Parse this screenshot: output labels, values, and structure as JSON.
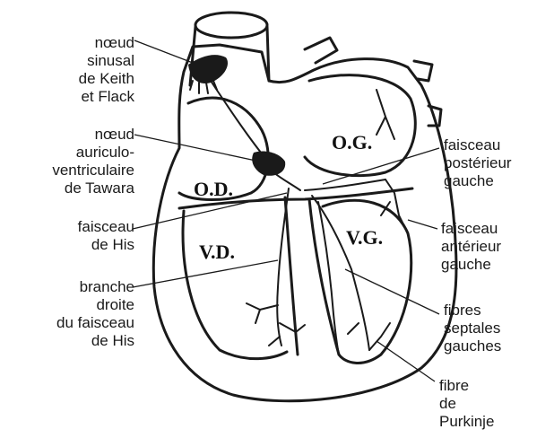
{
  "diagram": {
    "chambers": {
      "od": "O.D.",
      "og": "O.G.",
      "vd": "V.D.",
      "vg": "V.G."
    },
    "labels": {
      "noeud_sinusal": "nœud\nsinusal\nde Keith\net Flack",
      "noeud_av": "nœud\nauriculo-\nventriculaire\nde Tawara",
      "faisceau_his": "faisceau\nde His",
      "branche_droite": "branche\ndroite\ndu faisceau\nde His",
      "faisceau_posterieur": "faisceau\npostérieur\ngauche",
      "faisceau_anterieur": "faisceau\nantérieur\ngauche",
      "fibres_septales": "fibres\nseptales\ngauches",
      "fibre_purkinje": "fibre\nde\nPurkinje"
    }
  }
}
